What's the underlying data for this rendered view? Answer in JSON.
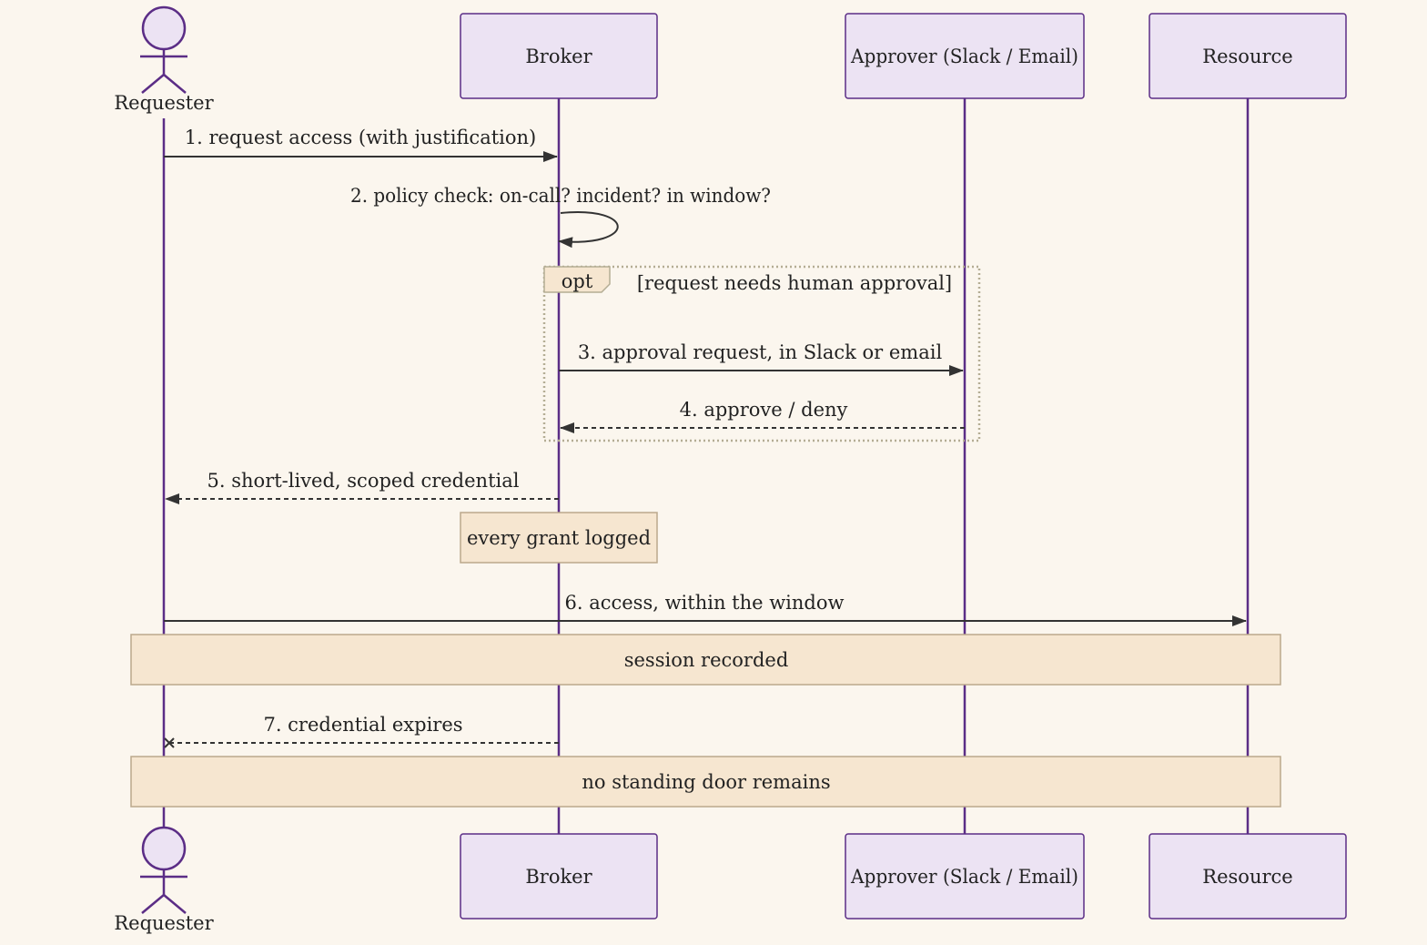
{
  "participants": [
    {
      "id": "requester",
      "label": "Requester",
      "kind": "actor"
    },
    {
      "id": "broker",
      "label": "Broker",
      "kind": "box"
    },
    {
      "id": "approver",
      "label": "Approver (Slack / Email)",
      "kind": "box"
    },
    {
      "id": "resource",
      "label": "Resource",
      "kind": "box"
    }
  ],
  "messages": [
    {
      "from": "requester",
      "to": "broker",
      "label": "1. request access (with justification)",
      "style": "solid",
      "head": "arrow"
    },
    {
      "from": "broker",
      "to": "broker",
      "label": "2. policy check: on-call? incident? in window?",
      "style": "solid",
      "head": "arrow"
    },
    {
      "from": "broker",
      "to": "approver",
      "label": "3. approval request, in Slack or email",
      "style": "solid",
      "head": "arrow"
    },
    {
      "from": "approver",
      "to": "broker",
      "label": "4. approve / deny",
      "style": "dashed",
      "head": "arrow"
    },
    {
      "from": "broker",
      "to": "requester",
      "label": "5. short-lived, scoped credential",
      "style": "dashed",
      "head": "arrow"
    },
    {
      "from": "requester",
      "to": "resource",
      "label": "6. access, within the window",
      "style": "solid",
      "head": "arrow"
    },
    {
      "from": "broker",
      "to": "requester",
      "label": "7. credential expires",
      "style": "dashed",
      "head": "cross"
    }
  ],
  "notes": [
    {
      "label": "every grant logged",
      "over": [
        "broker"
      ]
    },
    {
      "label": "session recorded",
      "over": [
        "requester",
        "resource"
      ]
    },
    {
      "label": "no standing door remains",
      "over": [
        "requester",
        "resource"
      ]
    }
  ],
  "frame": {
    "tag": "opt",
    "condition": "[request needs human approval]"
  },
  "colors": {
    "background": "#fbf6ee",
    "lifeline": "#5b2d86",
    "participant_fill": "#ece3f3",
    "note_fill": "#f6e6d0",
    "note_border": "#bba88c",
    "arrow": "#333333"
  }
}
